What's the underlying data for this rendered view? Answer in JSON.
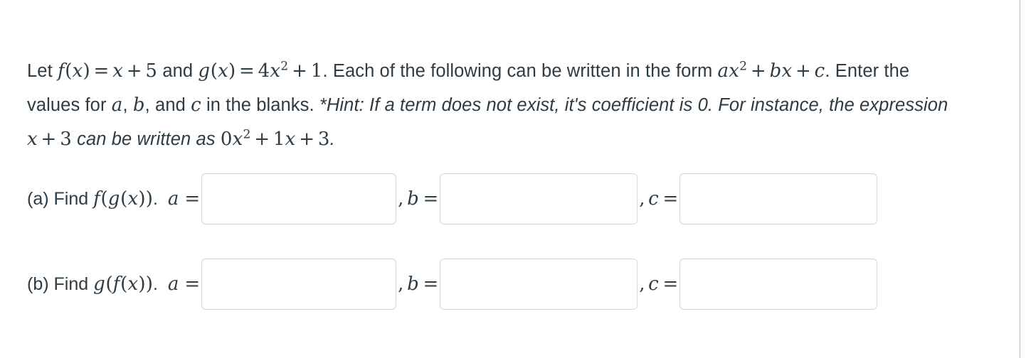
{
  "question": {
    "stem_segments": [
      {
        "kind": "text",
        "value": "Let "
      },
      {
        "kind": "math",
        "value": "f(x) = x + 5"
      },
      {
        "kind": "text",
        "value": " and "
      },
      {
        "kind": "math",
        "value": "g(x) = 4x^2 + 1"
      },
      {
        "kind": "text",
        "value": ".  Each of the following can be written in the form "
      },
      {
        "kind": "math",
        "value": "ax^2 + bx + c"
      },
      {
        "kind": "text",
        "value": ".  Enter the values for "
      },
      {
        "kind": "math",
        "value": "a"
      },
      {
        "kind": "text",
        "value": ", "
      },
      {
        "kind": "math",
        "value": "b"
      },
      {
        "kind": "text",
        "value": ", and "
      },
      {
        "kind": "math",
        "value": "c"
      },
      {
        "kind": "text",
        "value": " in the blanks.  "
      },
      {
        "kind": "hint",
        "value": "*Hint: If a term does not exist, it's coefficient is 0.  For instance, the expression x + 3 can be written as 0x^2 + 1x + 3."
      }
    ],
    "stem_plain": "Let f(x) = x + 5 and g(x) = 4x^2 + 1.  Each of the following can be written in the form ax^2 + bx + c.  Enter the values for a, b, and c in the blanks.  *Hint: If a term does not exist, it's coefficient is 0.  For instance, the expression x + 3 can be written as 0x^2 + 1x + 3.",
    "line1_text_a": "Let ",
    "line1_text_b": " and ",
    "line1_text_c": ".  Each of the following can be written in the form ",
    "line2_text_a": ".  Enter the values for ",
    "line2_text_b": ", ",
    "line2_text_c": ", and ",
    "line2_text_d": " in the blanks.  ",
    "hint_part1": "*Hint: If a term does not exist, it's coefficient is 0.  For instance, the expression ",
    "hint_part2": " can be written as ",
    "hint_end": "."
  },
  "math": {
    "f_def_lhs": "f",
    "f_def_rhs": "x + 5",
    "g_def_lhs": "g",
    "g_def_rhs_coef": "4",
    "g_def_rhs_const": "1",
    "form_a": "a",
    "form_b": "b",
    "form_c": "c",
    "hint_expr": "x + 3",
    "hint_result_coef2": "0",
    "hint_result_coef1": "1",
    "hint_result_const": "3",
    "paren_open": "(",
    "paren_close": ")",
    "var_x": "x",
    "equals": "=",
    "plus": "+",
    "exp_two": "2",
    "period": "."
  },
  "parts": [
    {
      "id": "a",
      "prefix": "(a) Find ",
      "outer_fn": "f",
      "inner_fn": "g",
      "arg": "x",
      "suffix": ".",
      "label_a": "a",
      "label_b": "b",
      "label_c": "c",
      "sep_comma": ",",
      "equals": "=",
      "field_a_value": "",
      "field_b_value": "",
      "field_c_value": "",
      "field_placeholder": ""
    },
    {
      "id": "b",
      "prefix": "(b) Find ",
      "outer_fn": "g",
      "inner_fn": "f",
      "arg": "x",
      "suffix": ".",
      "label_a": "a",
      "label_b": "b",
      "label_c": "c",
      "sep_comma": ",",
      "equals": "=",
      "field_a_value": "",
      "field_b_value": "",
      "field_c_value": "",
      "field_placeholder": ""
    }
  ],
  "colors": {
    "text": "#2d3b45",
    "field_border": "#d8d8d8",
    "divider": "#b7b7b7",
    "background": "#ffffff"
  }
}
